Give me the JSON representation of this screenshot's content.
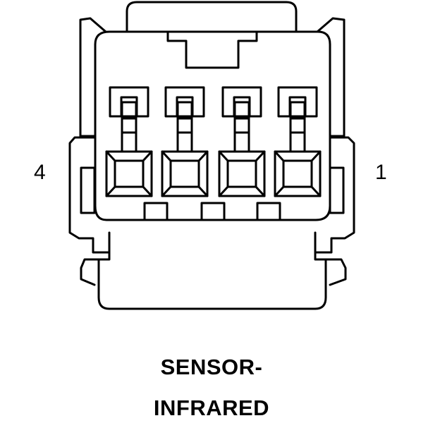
{
  "diagram": {
    "pin_left_label": "4",
    "pin_right_label": "1",
    "caption_line1": "SENSOR-",
    "caption_line2": "INFRARED",
    "stroke_color": "#000000",
    "background_color": "#ffffff"
  }
}
